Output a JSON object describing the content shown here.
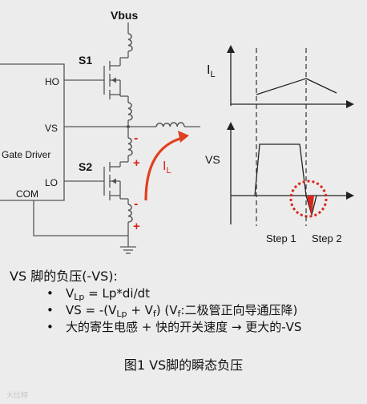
{
  "circuit": {
    "vbus_label": "Vbus",
    "s1_label": "S1",
    "s2_label": "S2",
    "gate_driver_label": "Gate Driver",
    "pins": {
      "ho": "HO",
      "vs": "VS",
      "lo": "LO",
      "com": "COM"
    },
    "current_label_main": "I",
    "current_label_sub": "L",
    "polarity_minus": "-",
    "polarity_plus": "+"
  },
  "waveforms": {
    "il_axis_main": "I",
    "il_axis_sub": "L",
    "vs_axis_label": "VS",
    "step1_label": "Step 1",
    "step2_label": "Step 2"
  },
  "notes": {
    "heading": "VS 脚的负压(-VS):",
    "bullet": "•",
    "line1": {
      "a": "V",
      "a_sub": "Lp",
      "b": " = Lp*di/dt"
    },
    "line2": {
      "a": "VS = -(V",
      "a_sub": "Lp",
      "b": " + V",
      "b_sub": "f",
      "c": ") (V",
      "c_sub": "f",
      "d": ":二极管正向导通压降)"
    },
    "line3": "大的寄生电感 + 快的开关速度 → 更大的-VS"
  },
  "caption": "图1 VS脚的瞬态负压",
  "watermark": "大比特"
}
